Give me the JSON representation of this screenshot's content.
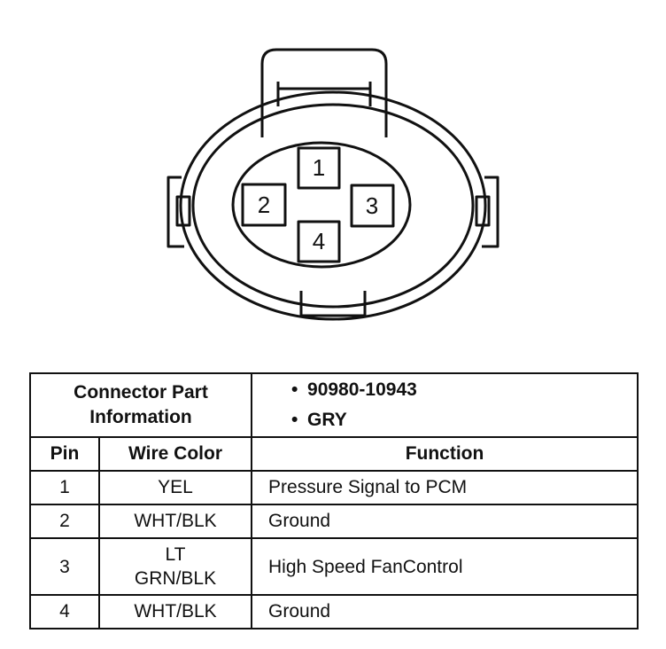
{
  "connector": {
    "pins": [
      {
        "label": "1"
      },
      {
        "label": "2"
      },
      {
        "label": "3"
      },
      {
        "label": "4"
      }
    ]
  },
  "table": {
    "part_header": "Connector Part Information",
    "part_info": [
      "90980-10943",
      "GRY"
    ],
    "columns": {
      "pin": "Pin",
      "wire": "Wire Color",
      "function": "Function"
    },
    "rows": [
      {
        "pin": "1",
        "wire": "YEL",
        "function": "Pressure Signal to PCM"
      },
      {
        "pin": "2",
        "wire": "WHT/BLK",
        "function": "Ground"
      },
      {
        "pin": "3",
        "wire_line1": "LT",
        "wire_line2": "GRN/BLK",
        "function": "High Speed FanControl"
      },
      {
        "pin": "4",
        "wire": "WHT/BLK",
        "function": "Ground"
      }
    ]
  }
}
